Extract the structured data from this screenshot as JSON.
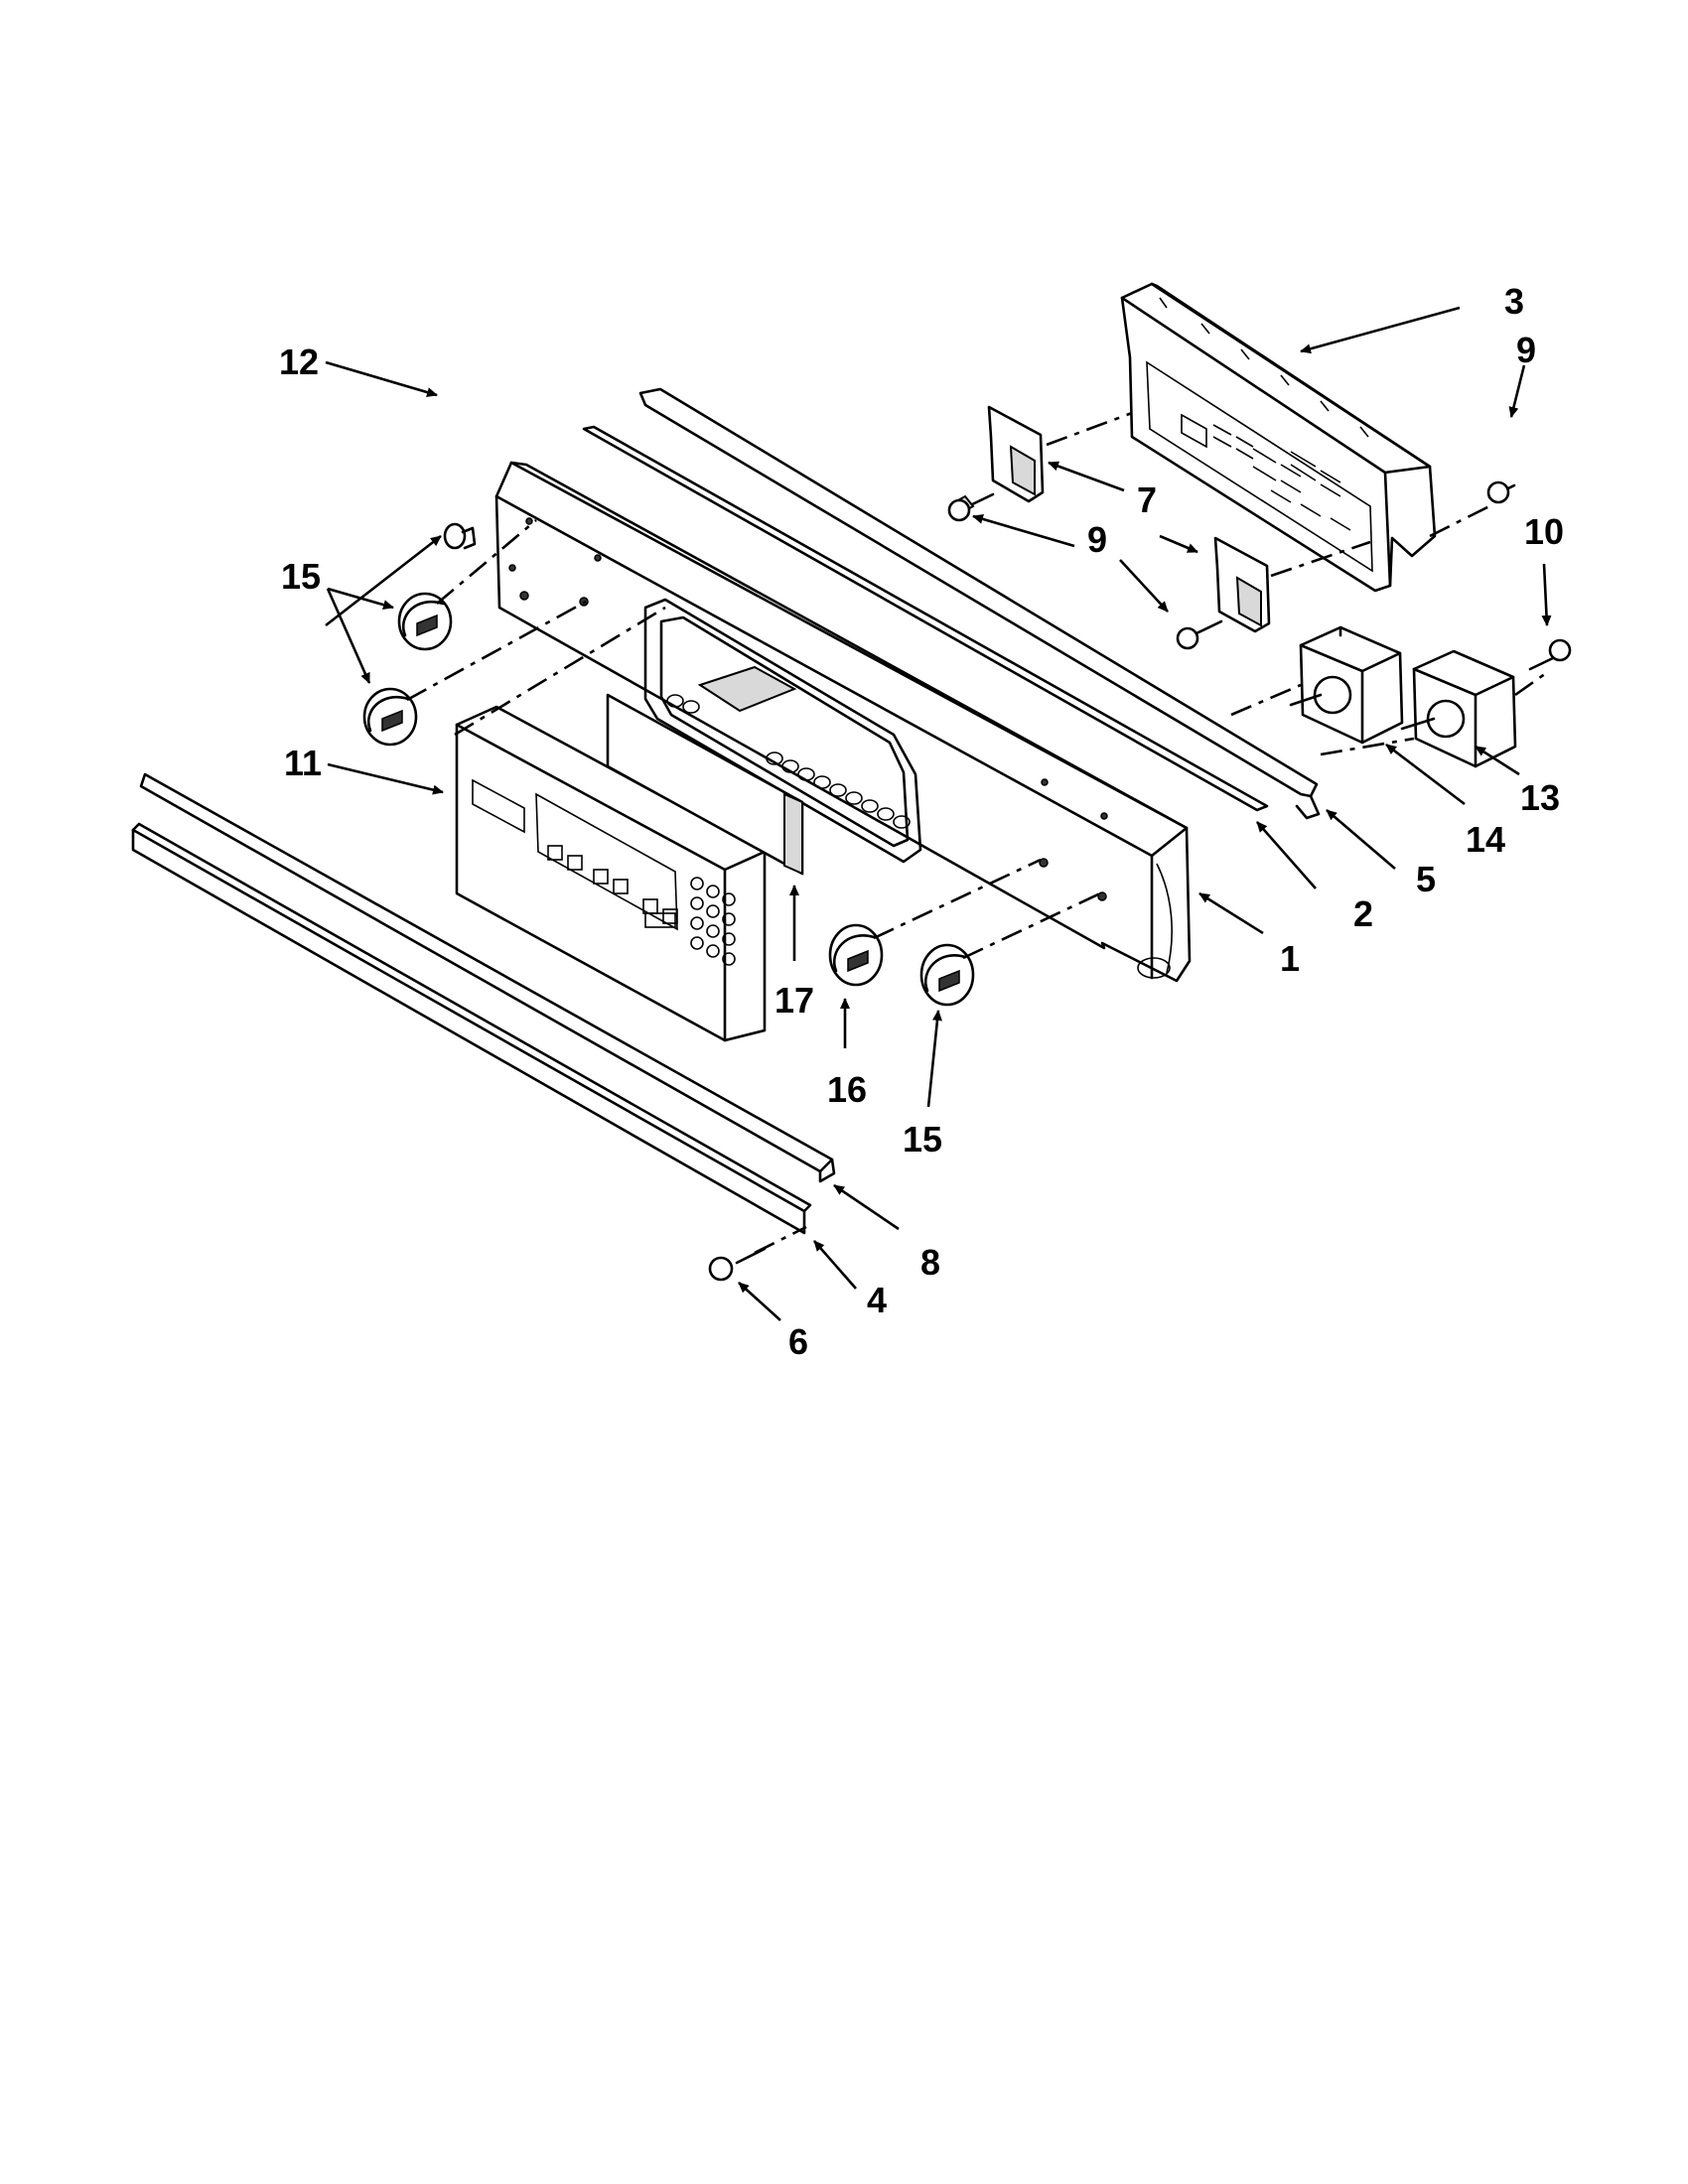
{
  "diagram": {
    "callouts": {
      "c1": "1",
      "c2": "2",
      "c3": "3",
      "c4": "4",
      "c5": "5",
      "c6": "6",
      "c7": "7",
      "c8": "8",
      "c9a": "9",
      "c9b": "9",
      "c10": "10",
      "c11": "11",
      "c12": "12",
      "c13": "13",
      "c14": "14",
      "c15a": "15",
      "c15b": "15",
      "c16": "16",
      "c17": "17"
    }
  }
}
